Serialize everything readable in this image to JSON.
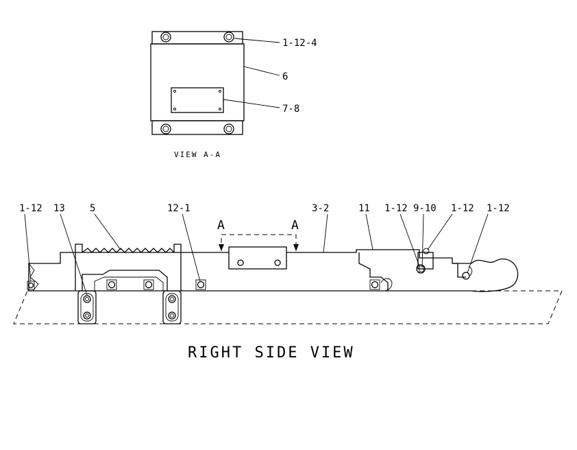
{
  "top_view": {
    "caption": "VIEW A-A",
    "callouts": {
      "bolt": "1-12-4",
      "cover": "6",
      "plate": "7-8"
    }
  },
  "side_view": {
    "caption": "RIGHT SIDE VIEW",
    "section_marks": [
      "A",
      "A"
    ],
    "callouts": {
      "c1": "1-12",
      "c2": "13",
      "c3": "5",
      "c4": "12-1",
      "c5": "3-2",
      "c6": "11",
      "c7": "1-12",
      "c8": "9-10",
      "c9": "1-12",
      "c10": "1-12"
    }
  }
}
